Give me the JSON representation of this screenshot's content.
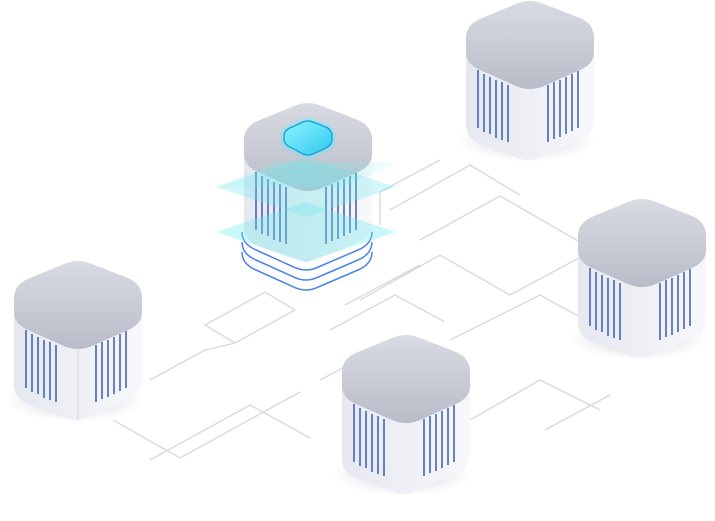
{
  "colors": {
    "background": "#ffffff",
    "cube_top": "#c9ccd6",
    "cube_top_edge": "#b7bac5",
    "cube_side_light": "#f4f5f9",
    "cube_side_dark": "#e3e5ee",
    "rack_lines": "#3d5fb5",
    "network_line": "#d6d8de",
    "glow": "#5de6ff",
    "glow_core": "#9af3ff",
    "ring": "#4a84e8",
    "shadow": "#c4c6cc"
  },
  "icons": {
    "server": "server-cube-icon",
    "hub": "hub-server-cube-icon"
  },
  "nodes": [
    {
      "id": "hub",
      "role": "central-hub"
    },
    {
      "id": "top-right",
      "role": "server"
    },
    {
      "id": "right",
      "role": "server"
    },
    {
      "id": "left",
      "role": "server"
    },
    {
      "id": "bottom",
      "role": "server"
    }
  ]
}
